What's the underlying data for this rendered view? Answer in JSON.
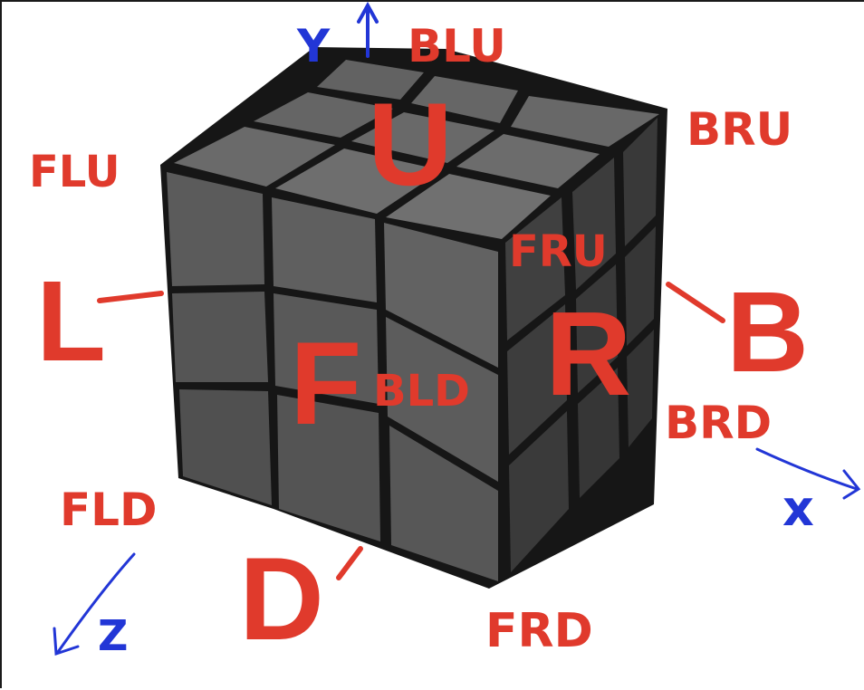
{
  "colors": {
    "face_label": "#e03a2c",
    "axis": "#2236d6",
    "sticker_front": "#5b5b5b",
    "sticker_top": "#6b6b6b",
    "sticker_side": "#3f3f3f",
    "cube_body": "#161616"
  },
  "faces": {
    "up": "U",
    "down": "D",
    "left": "L",
    "right": "R",
    "front": "F",
    "back": "B"
  },
  "corners": {
    "blu": "BLU",
    "bru": "BRU",
    "flu": "FLU",
    "fru": "FRU",
    "bld": "BLD",
    "brd": "BRD",
    "fld": "FLD",
    "frd": "FRD"
  },
  "axes": {
    "x": "x",
    "y": "Y",
    "z": "Z"
  }
}
